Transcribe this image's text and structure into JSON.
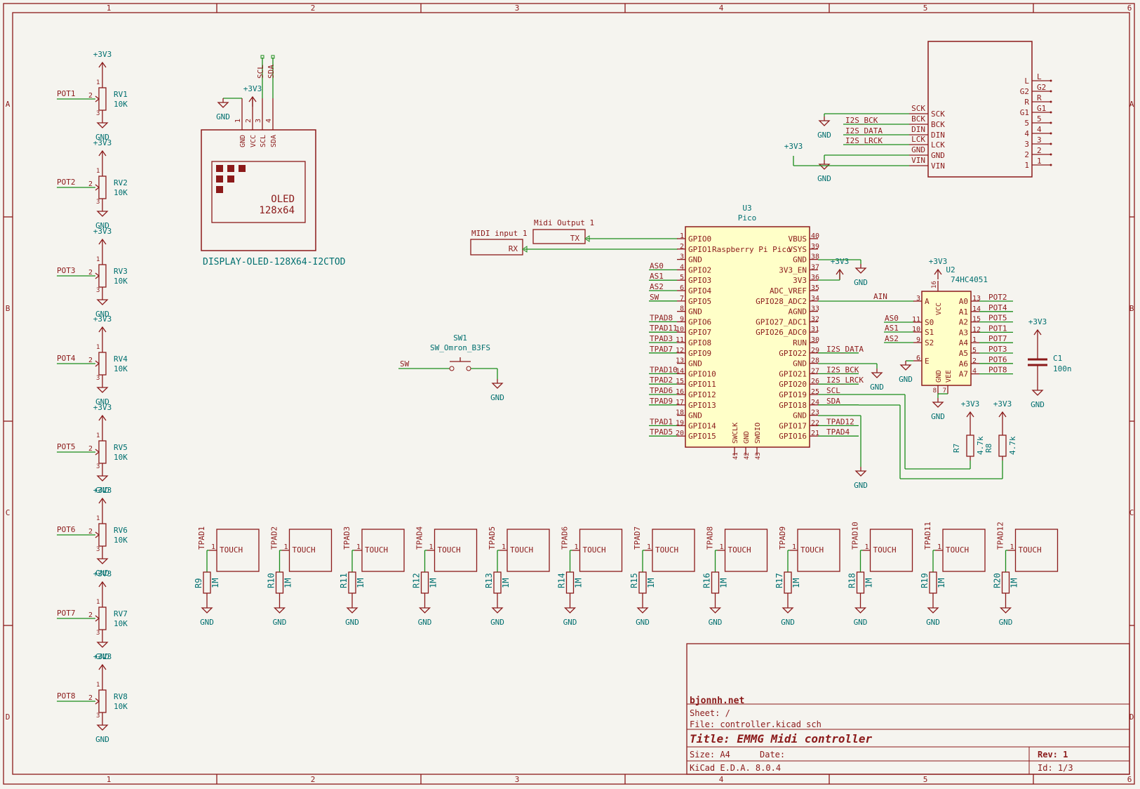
{
  "colors": {
    "frame": "#8b1a1a",
    "wire": "#1a8c1a",
    "power": "#006f6f",
    "body": "#ffffc8",
    "pin": "#8b1a1a"
  },
  "frame": {
    "cols": [
      "1",
      "2",
      "3",
      "4",
      "5",
      "6"
    ],
    "rows": [
      "A",
      "B",
      "C",
      "D"
    ]
  },
  "power": {
    "v33": "+3V3",
    "gnd": "GND"
  },
  "pots": [
    {
      "net": "POT1",
      "ref": "RV1",
      "val": "10K",
      "pin": "2",
      "p1": "1",
      "p3": "3"
    },
    {
      "net": "POT2",
      "ref": "RV2",
      "val": "10K",
      "pin": "2",
      "p1": "1",
      "p3": "3"
    },
    {
      "net": "POT3",
      "ref": "RV3",
      "val": "10K",
      "pin": "2",
      "p1": "1",
      "p3": "3"
    },
    {
      "net": "POT4",
      "ref": "RV4",
      "val": "10K",
      "pin": "2",
      "p1": "1",
      "p3": "3"
    },
    {
      "net": "POT5",
      "ref": "RV5",
      "val": "10K",
      "pin": "2",
      "p1": "1",
      "p3": "3"
    },
    {
      "net": "POT6",
      "ref": "RV6",
      "val": "10K",
      "pin": "2",
      "p1": "1",
      "p3": "3"
    },
    {
      "net": "POT7",
      "ref": "RV7",
      "val": "10K",
      "pin": "2",
      "p1": "1",
      "p3": "3"
    },
    {
      "net": "POT8",
      "ref": "RV8",
      "val": "10K",
      "pin": "2",
      "p1": "1",
      "p3": "3"
    }
  ],
  "oled": {
    "pins": [
      "GND",
      "VCC",
      "SCL",
      "SDA"
    ],
    "nums": [
      "1",
      "2",
      "3",
      "4"
    ],
    "text1": "OLED",
    "text2": "128x64",
    "name": "DISPLAY-OLED-128X64-I2CTOD",
    "scl": "SCL",
    "sda": "SDA"
  },
  "midi": {
    "in_label": "MIDI input 1",
    "in_pin": "RX",
    "out_label": "Midi Output 1",
    "out_pin": "TX"
  },
  "sw": {
    "ref": "SW1",
    "val": "SW_Omron_B3FS",
    "net": "SW"
  },
  "pico": {
    "ref": "U3",
    "val": "Pico",
    "title": "Raspberry Pi Pico",
    "left": [
      {
        "n": "1",
        "p": "GPIO0",
        "net": ""
      },
      {
        "n": "2",
        "p": "GPIO1",
        "net": ""
      },
      {
        "n": "3",
        "p": "GND",
        "net": ""
      },
      {
        "n": "4",
        "p": "GPIO2",
        "net": "AS0"
      },
      {
        "n": "5",
        "p": "GPIO3",
        "net": "AS1"
      },
      {
        "n": "6",
        "p": "GPIO4",
        "net": "AS2"
      },
      {
        "n": "7",
        "p": "GPIO5",
        "net": "SW"
      },
      {
        "n": "8",
        "p": "GND",
        "net": ""
      },
      {
        "n": "9",
        "p": "GPIO6",
        "net": "TPAD8"
      },
      {
        "n": "10",
        "p": "GPIO7",
        "net": "TPAD11"
      },
      {
        "n": "11",
        "p": "GPIO8",
        "net": "TPAD3"
      },
      {
        "n": "12",
        "p": "GPIO9",
        "net": "TPAD7"
      },
      {
        "n": "13",
        "p": "GND",
        "net": ""
      },
      {
        "n": "14",
        "p": "GPIO10",
        "net": "TPAD10"
      },
      {
        "n": "15",
        "p": "GPIO11",
        "net": "TPAD2"
      },
      {
        "n": "16",
        "p": "GPIO12",
        "net": "TPAD6"
      },
      {
        "n": "17",
        "p": "GPIO13",
        "net": "TPAD9"
      },
      {
        "n": "18",
        "p": "GND",
        "net": ""
      },
      {
        "n": "19",
        "p": "GPIO14",
        "net": "TPAD1"
      },
      {
        "n": "20",
        "p": "GPIO15",
        "net": "TPAD5"
      }
    ],
    "right": [
      {
        "n": "40",
        "p": "VBUS",
        "net": ""
      },
      {
        "n": "39",
        "p": "VSYS",
        "net": ""
      },
      {
        "n": "38",
        "p": "GND",
        "net": ""
      },
      {
        "n": "37",
        "p": "3V3_EN",
        "net": ""
      },
      {
        "n": "36",
        "p": "3V3",
        "net": ""
      },
      {
        "n": "35",
        "p": "ADC_VREF",
        "net": ""
      },
      {
        "n": "34",
        "p": "GPIO28_ADC2",
        "net": ""
      },
      {
        "n": "33",
        "p": "AGND",
        "net": ""
      },
      {
        "n": "32",
        "p": "GPIO27_ADC1",
        "net": ""
      },
      {
        "n": "31",
        "p": "GPIO26_ADC0",
        "net": ""
      },
      {
        "n": "30",
        "p": "RUN",
        "net": ""
      },
      {
        "n": "29",
        "p": "GPIO22",
        "net": "I2S_DATA"
      },
      {
        "n": "28",
        "p": "GND",
        "net": ""
      },
      {
        "n": "27",
        "p": "GPIO21",
        "net": "I2S_BCK"
      },
      {
        "n": "26",
        "p": "GPIO20",
        "net": "I2S_LRCK"
      },
      {
        "n": "25",
        "p": "GPIO19",
        "net": "SCL"
      },
      {
        "n": "24",
        "p": "GPIO18",
        "net": "SDA"
      },
      {
        "n": "23",
        "p": "GND",
        "net": ""
      },
      {
        "n": "22",
        "p": "GPIO17",
        "net": "TPAD12"
      },
      {
        "n": "21",
        "p": "GPIO16",
        "net": "TPAD4"
      }
    ],
    "bottom": [
      {
        "n": "41",
        "p": "SWCLK"
      },
      {
        "n": "42",
        "p": "GND"
      },
      {
        "n": "43",
        "p": "SWDIO"
      }
    ]
  },
  "mux": {
    "ref": "U2",
    "val": "74HC4051",
    "ain": "AIN",
    "left": [
      {
        "n": "3",
        "p": "A",
        "net": "AIN"
      },
      {
        "n": "11",
        "p": "S0",
        "net": "AS0"
      },
      {
        "n": "10",
        "p": "S1",
        "net": "AS1"
      },
      {
        "n": "9",
        "p": "S2",
        "net": "AS2"
      },
      {
        "n": "6",
        "p": "E",
        "net": ""
      }
    ],
    "right": [
      {
        "n": "13",
        "p": "A0",
        "net": "POT2"
      },
      {
        "n": "14",
        "p": "A1",
        "net": "POT4"
      },
      {
        "n": "15",
        "p": "A2",
        "net": "POT5"
      },
      {
        "n": "12",
        "p": "A3",
        "net": "POT1"
      },
      {
        "n": "1",
        "p": "A4",
        "net": "POT7"
      },
      {
        "n": "5",
        "p": "A5",
        "net": "POT3"
      },
      {
        "n": "2",
        "p": "A6",
        "net": "POT6"
      },
      {
        "n": "4",
        "p": "A7",
        "net": "POT8"
      }
    ],
    "top": [
      {
        "n": "16",
        "p": "VCC"
      }
    ],
    "bottom": [
      {
        "n": "8",
        "p": "GND"
      },
      {
        "n": "7",
        "p": "VEE"
      }
    ]
  },
  "cap": {
    "ref": "C1",
    "val": "100n"
  },
  "pullups": [
    {
      "ref": "R7",
      "val": "4.7k"
    },
    {
      "ref": "R8",
      "val": "4.7k"
    }
  ],
  "dac": {
    "pins": [
      {
        "p": "SCK",
        "net": ""
      },
      {
        "p": "BCK",
        "net": "I2S_BCK"
      },
      {
        "p": "DIN",
        "net": "I2S_DATA"
      },
      {
        "p": "LCK",
        "net": "I2S_LRCK"
      },
      {
        "p": "GND",
        "net": ""
      },
      {
        "p": "VIN",
        "net": ""
      }
    ],
    "right": [
      {
        "p": "L",
        "n": "L"
      },
      {
        "p": "G2",
        "n": "G2"
      },
      {
        "p": "R",
        "n": "R"
      },
      {
        "p": "G1",
        "n": "G1"
      },
      {
        "p": "5",
        "n": "5"
      },
      {
        "p": "4",
        "n": "4"
      },
      {
        "p": "3",
        "n": "3"
      },
      {
        "p": "2",
        "n": "2"
      },
      {
        "p": "1",
        "n": "1"
      }
    ]
  },
  "touch": [
    {
      "pad": "TPAD1",
      "res": "R9",
      "val": "1M",
      "label": "TOUCH",
      "pin": "1"
    },
    {
      "pad": "TPAD2",
      "res": "R10",
      "val": "1M",
      "label": "TOUCH",
      "pin": "1"
    },
    {
      "pad": "TPAD3",
      "res": "R11",
      "val": "1M",
      "label": "TOUCH",
      "pin": "1"
    },
    {
      "pad": "TPAD4",
      "res": "R12",
      "val": "1M",
      "label": "TOUCH",
      "pin": "1"
    },
    {
      "pad": "TPAD5",
      "res": "R13",
      "val": "1M",
      "label": "TOUCH",
      "pin": "1"
    },
    {
      "pad": "TPAD6",
      "res": "R14",
      "val": "1M",
      "label": "TOUCH",
      "pin": "1"
    },
    {
      "pad": "TPAD7",
      "res": "R15",
      "val": "1M",
      "label": "TOUCH",
      "pin": "1"
    },
    {
      "pad": "TPAD8",
      "res": "R16",
      "val": "1M",
      "label": "TOUCH",
      "pin": "1"
    },
    {
      "pad": "TPAD9",
      "res": "R17",
      "val": "1M",
      "label": "TOUCH",
      "pin": "1"
    },
    {
      "pad": "TPAD10",
      "res": "R18",
      "val": "1M",
      "label": "TOUCH",
      "pin": "1"
    },
    {
      "pad": "TPAD11",
      "res": "R19",
      "val": "1M",
      "label": "TOUCH",
      "pin": "1"
    },
    {
      "pad": "TPAD12",
      "res": "R20",
      "val": "1M",
      "label": "TOUCH",
      "pin": "1"
    }
  ],
  "titleblock": {
    "company": "bjonnh.net",
    "sheet": "Sheet: /",
    "file": "File: controller.kicad_sch",
    "title": "Title: EMMG Midi controller",
    "size": "Size: A4",
    "date": "Date:",
    "rev": "Rev: 1",
    "tool": "KiCad E.D.A. 8.0.4",
    "id": "Id: 1/3"
  }
}
